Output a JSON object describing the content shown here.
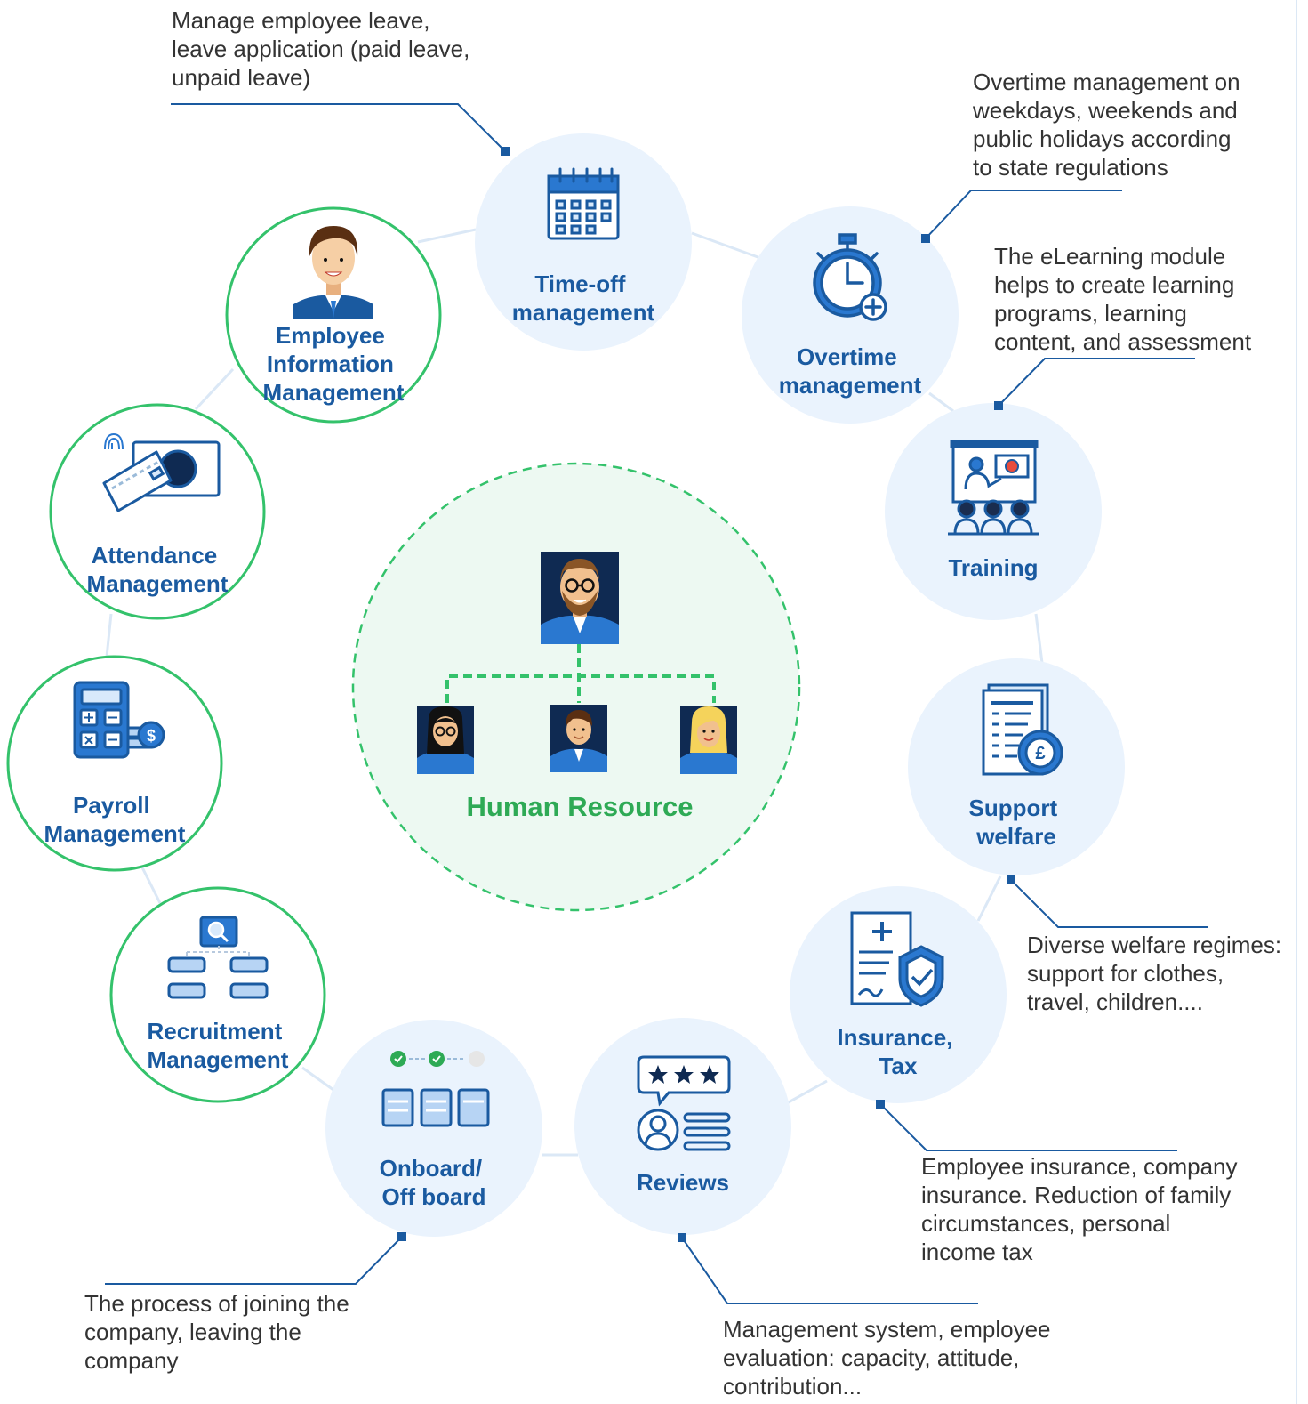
{
  "center": {
    "title": "Human Resource"
  },
  "nodes": {
    "timeoff": {
      "lines": [
        "Time-off",
        "management"
      ],
      "icon": "calendar-icon"
    },
    "overtime": {
      "lines": [
        "Overtime",
        "management"
      ],
      "icon": "stopwatch-icon"
    },
    "training": {
      "lines": [
        "Training"
      ],
      "icon": "classroom-icon"
    },
    "welfare": {
      "lines": [
        "Support",
        "welfare"
      ],
      "icon": "document-pound-icon"
    },
    "insurance": {
      "lines": [
        "Insurance,",
        "Tax"
      ],
      "icon": "insurance-shield-icon"
    },
    "reviews": {
      "lines": [
        "Reviews"
      ],
      "icon": "rating-stars-icon"
    },
    "onboard": {
      "lines": [
        "Onboard/",
        "Off board"
      ],
      "icon": "onboarding-steps-icon"
    },
    "recruit": {
      "lines": [
        "Recruitment",
        "Management"
      ],
      "icon": "org-search-icon"
    },
    "payroll": {
      "lines": [
        "Payroll",
        "Management"
      ],
      "icon": "calculator-icon"
    },
    "attendance": {
      "lines": [
        "Attendance",
        "Management"
      ],
      "icon": "fingerprint-card-icon"
    },
    "employee": {
      "lines": [
        "Employee",
        "Information",
        "Management"
      ],
      "icon": "employee-avatar-icon"
    }
  },
  "descriptions": {
    "timeoff": [
      "Manage employee leave,",
      "leave application (paid leave,",
      "unpaid leave)"
    ],
    "overtime": [
      "Overtime management on",
      "weekdays, weekends and",
      "public holidays according",
      "to state regulations"
    ],
    "training": [
      "The eLearning module",
      "helps to create learning",
      "programs, learning",
      "content, and assessment"
    ],
    "welfare": [
      "Diverse welfare regimes:",
      "support for clothes,",
      "travel, children...."
    ],
    "insurance": [
      "Employee insurance, company",
      "insurance. Reduction of family",
      "circumstances, personal",
      "income tax"
    ],
    "reviews": [
      "Management system, employee",
      "evaluation: capacity, attitude,",
      "contribution..."
    ],
    "onboard": [
      "The process of joining the",
      "company, leaving the",
      "company"
    ]
  },
  "colors": {
    "label": "#1a5aa0",
    "node_fill": "#eaf3fd",
    "green_ring": "#34c26b",
    "center_fill": "#edf9f2",
    "connector": "#1a5aa0",
    "ring_line": "#dbe8f6"
  }
}
